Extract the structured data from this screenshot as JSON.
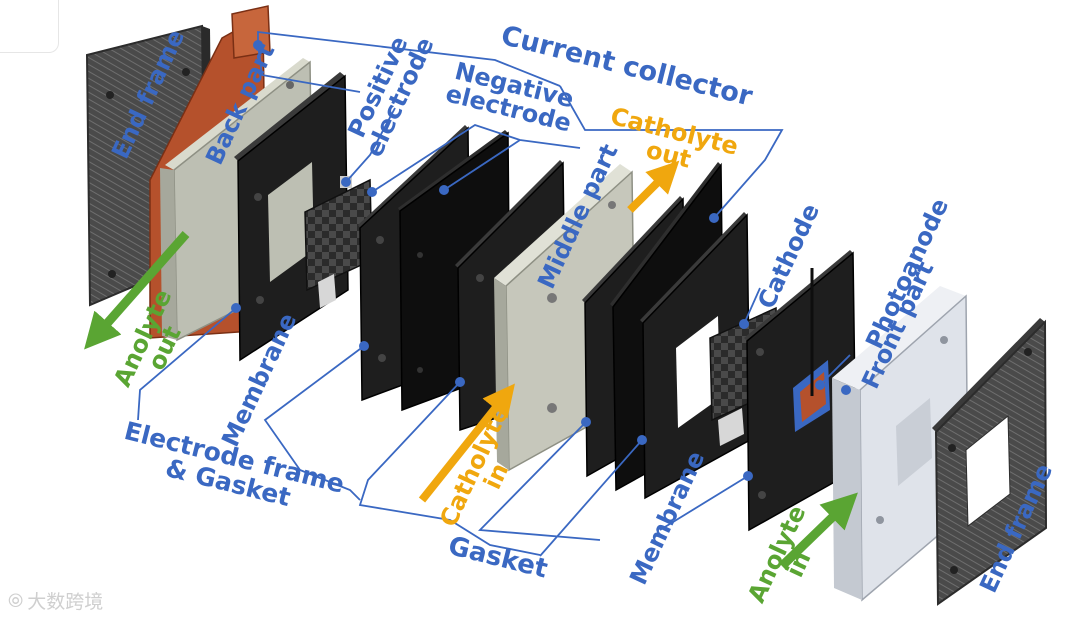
{
  "labels": {
    "end_frame_left": "End frame",
    "back_part": "Back part",
    "positive_electrode_1": "Positive",
    "positive_electrode_2": "electrode",
    "negative_electrode_1": "Negative",
    "negative_electrode_2": "electrode",
    "current_collector": "Current collector",
    "catholyte_out_1": "Catholyte",
    "catholyte_out_2": "out",
    "middle_part": "Middle part",
    "cathode": "Cathode",
    "photoanode": "Photoanode",
    "front_part": "Front part",
    "end_frame_right": "End frame",
    "anolyte_out_1": "Anolyte",
    "anolyte_out_2": "out",
    "membrane_left": "Membrane",
    "electrode_frame_1": "Electrode frame",
    "electrode_frame_2": "& Gasket",
    "catholyte_in_1": "Catholyte",
    "catholyte_in_2": "in",
    "gasket": "Gasket",
    "membrane_right": "Membrane",
    "anolyte_in_1": "Anolyte",
    "anolyte_in_2": "in"
  },
  "watermark": {
    "text": "大数跨境"
  },
  "colors": {
    "label_blue": "#3a68c2",
    "flow_green": "#5aa533",
    "flow_orange": "#f0a70e",
    "plate_black": "#1e1e1e",
    "frame_gray": "#bdbfb3",
    "copper": "#b5512c",
    "front_light": "#dfe3ea"
  }
}
